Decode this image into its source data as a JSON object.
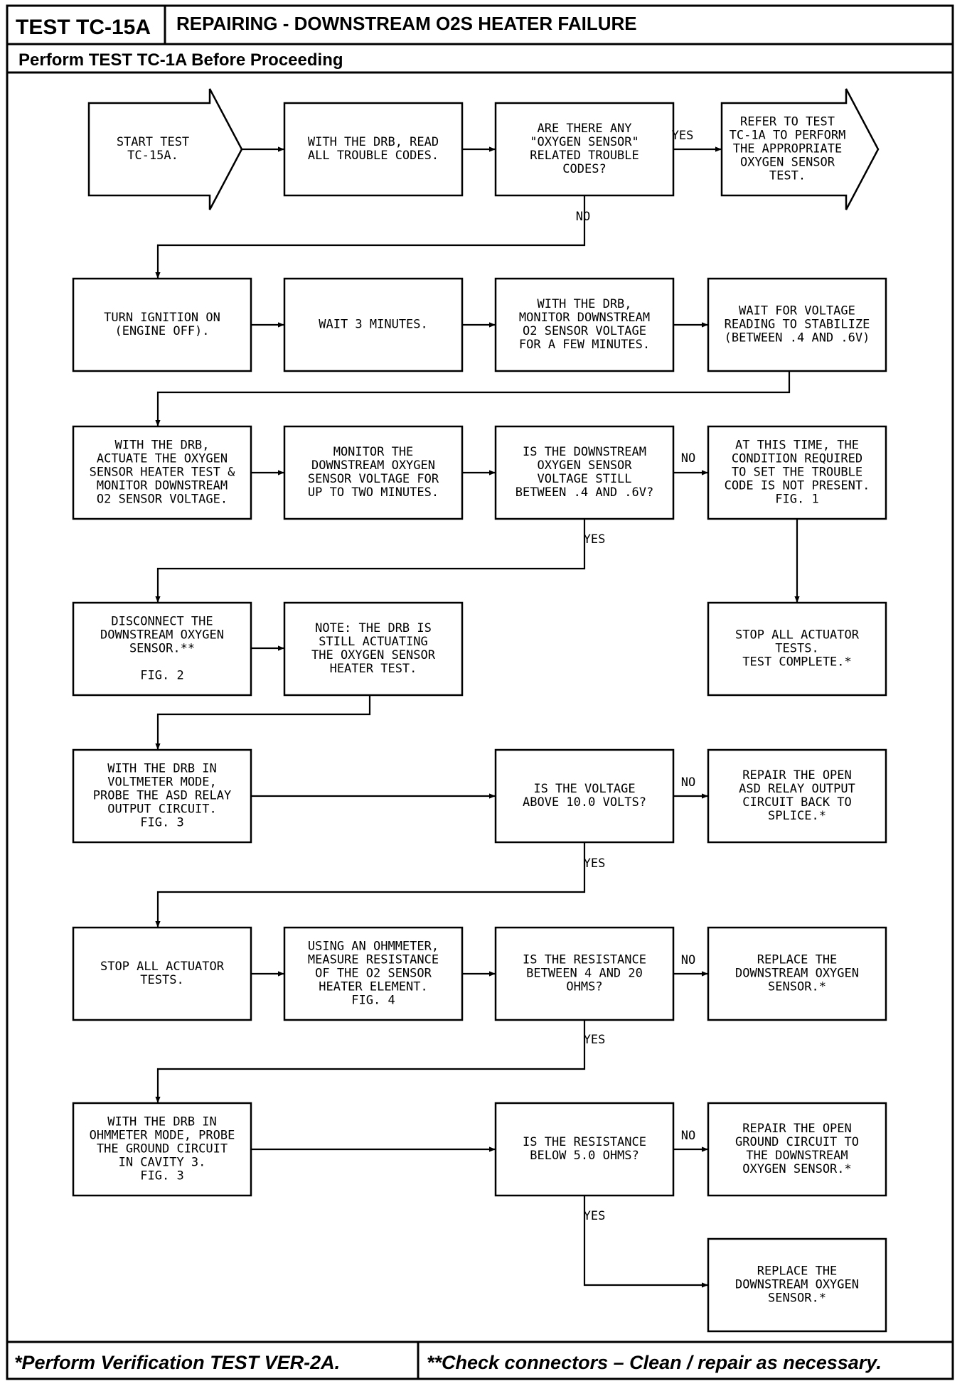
{
  "header": {
    "test_id": "TEST TC-15A",
    "title": "REPAIRING - DOWNSTREAM O2S HEATER FAILURE",
    "subtitle": "Perform TEST TC-1A Before Proceeding"
  },
  "nodes": [
    {
      "id": "start",
      "shape": "arrow",
      "lines": [
        "START TEST",
        "TC-15A."
      ]
    },
    {
      "id": "read_codes",
      "shape": "box",
      "lines": [
        "WITH THE DRB, READ",
        "ALL TROUBLE CODES."
      ]
    },
    {
      "id": "q_o2_codes",
      "shape": "box",
      "lines": [
        "ARE THERE ANY",
        "\"OXYGEN SENSOR\"",
        "RELATED TROUBLE",
        "CODES?"
      ]
    },
    {
      "id": "refer_tc1a",
      "shape": "arrow",
      "lines": [
        "REFER TO TEST",
        "TC-1A TO PERFORM",
        "THE APPROPRIATE",
        "OXYGEN SENSOR",
        "TEST."
      ]
    },
    {
      "id": "ignition_on",
      "shape": "box",
      "lines": [
        "TURN IGNITION ON",
        "(ENGINE OFF)."
      ]
    },
    {
      "id": "wait3",
      "shape": "box",
      "lines": [
        "WAIT 3 MINUTES."
      ]
    },
    {
      "id": "monitor_few",
      "shape": "box",
      "lines": [
        "WITH THE DRB,",
        "MONITOR DOWNSTREAM",
        "O2 SENSOR VOLTAGE",
        "FOR A FEW MINUTES."
      ]
    },
    {
      "id": "wait_stable",
      "shape": "box",
      "lines": [
        "WAIT FOR VOLTAGE",
        "READING TO STABILIZE",
        "(BETWEEN .4 AND .6V)"
      ]
    },
    {
      "id": "actuate",
      "shape": "box",
      "lines": [
        "WITH THE DRB,",
        "ACTUATE THE OXYGEN",
        "SENSOR HEATER TEST &",
        "MONITOR DOWNSTREAM",
        "O2 SENSOR VOLTAGE."
      ]
    },
    {
      "id": "monitor_two",
      "shape": "box",
      "lines": [
        "MONITOR THE",
        "DOWNSTREAM OXYGEN",
        "SENSOR VOLTAGE FOR",
        "UP TO TWO MINUTES."
      ]
    },
    {
      "id": "q_still",
      "shape": "box",
      "lines": [
        "IS THE DOWNSTREAM",
        "OXYGEN SENSOR",
        "VOLTAGE STILL",
        "BETWEEN .4 AND .6V?"
      ]
    },
    {
      "id": "not_present",
      "shape": "box",
      "lines": [
        "AT THIS TIME, THE",
        "CONDITION REQUIRED",
        "TO SET THE TROUBLE",
        "CODE IS NOT PRESENT.",
        "FIG. 1"
      ]
    },
    {
      "id": "disconnect",
      "shape": "box",
      "lines": [
        "DISCONNECT THE",
        "DOWNSTREAM OXYGEN",
        "SENSOR.**",
        "",
        "FIG. 2"
      ]
    },
    {
      "id": "note",
      "shape": "box",
      "lines": [
        "NOTE: THE DRB IS",
        "STILL ACTUATING",
        "THE OXYGEN SENSOR",
        "HEATER TEST."
      ]
    },
    {
      "id": "stop_complete",
      "shape": "box",
      "lines": [
        "STOP ALL ACTUATOR",
        "TESTS.",
        "TEST COMPLETE.*"
      ]
    },
    {
      "id": "probe_asd",
      "shape": "box",
      "lines": [
        "WITH THE DRB IN",
        "VOLTMETER MODE,",
        "PROBE THE ASD RELAY",
        "OUTPUT CIRCUIT.",
        "FIG. 3"
      ]
    },
    {
      "id": "q_above10",
      "shape": "box",
      "lines": [
        "IS THE VOLTAGE",
        "ABOVE 10.0 VOLTS?"
      ]
    },
    {
      "id": "repair_asd",
      "shape": "box",
      "lines": [
        "REPAIR THE OPEN",
        "ASD RELAY OUTPUT",
        "CIRCUIT BACK TO",
        "SPLICE.*"
      ]
    },
    {
      "id": "stop_tests",
      "shape": "box",
      "lines": [
        "STOP ALL ACTUATOR",
        "TESTS."
      ]
    },
    {
      "id": "ohmmeter",
      "shape": "box",
      "lines": [
        "USING AN OHMMETER,",
        "MEASURE RESISTANCE",
        "OF THE O2 SENSOR",
        "HEATER ELEMENT.",
        "FIG. 4"
      ]
    },
    {
      "id": "q_res_4_20",
      "shape": "box",
      "lines": [
        "IS THE RESISTANCE",
        "BETWEEN 4 AND 20",
        "OHMS?"
      ]
    },
    {
      "id": "replace1",
      "shape": "box",
      "lines": [
        "REPLACE THE",
        "DOWNSTREAM OXYGEN",
        "SENSOR.*"
      ]
    },
    {
      "id": "probe_ground",
      "shape": "box",
      "lines": [
        "WITH THE DRB IN",
        "OHMMETER MODE, PROBE",
        "THE GROUND CIRCUIT",
        "IN CAVITY 3.",
        "FIG. 3"
      ]
    },
    {
      "id": "q_below5",
      "shape": "box",
      "lines": [
        "IS THE RESISTANCE",
        "BELOW 5.0 OHMS?"
      ]
    },
    {
      "id": "repair_ground",
      "shape": "box",
      "lines": [
        "REPAIR THE OPEN",
        "GROUND CIRCUIT TO",
        "THE DOWNSTREAM",
        "OXYGEN SENSOR.*"
      ]
    },
    {
      "id": "replace2",
      "shape": "box",
      "lines": [
        "REPLACE THE",
        "DOWNSTREAM OXYGEN",
        "SENSOR.*"
      ]
    }
  ],
  "edges": [
    {
      "from": "start",
      "to": "read_codes"
    },
    {
      "from": "read_codes",
      "to": "q_o2_codes"
    },
    {
      "from": "q_o2_codes",
      "to": "refer_tc1a",
      "label": "YES"
    },
    {
      "from": "q_o2_codes",
      "to": "ignition_on",
      "label": "NO"
    },
    {
      "from": "ignition_on",
      "to": "wait3"
    },
    {
      "from": "wait3",
      "to": "monitor_few"
    },
    {
      "from": "monitor_few",
      "to": "wait_stable"
    },
    {
      "from": "wait_stable",
      "to": "actuate"
    },
    {
      "from": "actuate",
      "to": "monitor_two"
    },
    {
      "from": "monitor_two",
      "to": "q_still"
    },
    {
      "from": "q_still",
      "to": "not_present",
      "label": "NO"
    },
    {
      "from": "q_still",
      "to": "disconnect",
      "label": "YES"
    },
    {
      "from": "not_present",
      "to": "stop_complete"
    },
    {
      "from": "disconnect",
      "to": "note"
    },
    {
      "from": "note",
      "to": "probe_asd"
    },
    {
      "from": "probe_asd",
      "to": "q_above10"
    },
    {
      "from": "q_above10",
      "to": "repair_asd",
      "label": "NO"
    },
    {
      "from": "q_above10",
      "to": "stop_tests",
      "label": "YES"
    },
    {
      "from": "stop_tests",
      "to": "ohmmeter"
    },
    {
      "from": "ohmmeter",
      "to": "q_res_4_20"
    },
    {
      "from": "q_res_4_20",
      "to": "replace1",
      "label": "NO"
    },
    {
      "from": "q_res_4_20",
      "to": "probe_ground",
      "label": "YES"
    },
    {
      "from": "probe_ground",
      "to": "q_below5"
    },
    {
      "from": "q_below5",
      "to": "repair_ground",
      "label": "NO"
    },
    {
      "from": "q_below5",
      "to": "replace2",
      "label": "YES"
    }
  ],
  "footer": {
    "note_verification": "*Perform Verification TEST VER-2A.",
    "note_connectors": "**Check connectors – Clean / repair as necessary."
  }
}
